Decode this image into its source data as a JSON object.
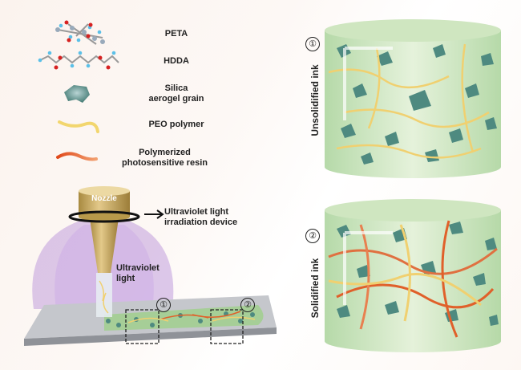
{
  "legend": {
    "items": [
      {
        "label": "PETA",
        "icon": "peta-molecule-icon"
      },
      {
        "label": "HDDA",
        "icon": "hdda-molecule-icon"
      },
      {
        "label": "Silica aerogel grain",
        "icon": "silica-grain-icon"
      },
      {
        "label": "PEO polymer",
        "icon": "peo-polymer-icon"
      },
      {
        "label": "Polymerized photosensitive resin",
        "icon": "resin-strand-icon"
      }
    ]
  },
  "printer": {
    "nozzle_label": "Nozzle",
    "device_label": "Ultraviolet light irradiation device",
    "light_label": "Ultraviolet light",
    "marker_1": "①",
    "marker_2": "②"
  },
  "panels": [
    {
      "marker": "①",
      "label": "Unsolidified ink"
    },
    {
      "marker": "②",
      "label": "Solidified ink"
    }
  ],
  "colors": {
    "gold": "#c9a85a",
    "uv": "#b48ad6",
    "ink": "#bfe0b0",
    "grain": "#4e8a80",
    "peo": "#f0d070",
    "resin": "#e0602a"
  }
}
